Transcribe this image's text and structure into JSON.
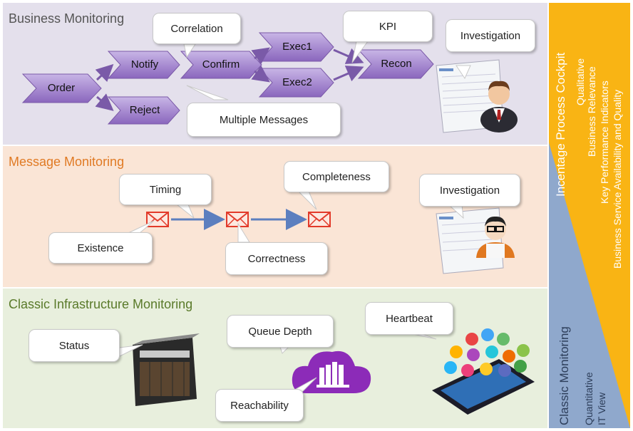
{
  "business": {
    "title": "Business Monitoring",
    "steps": {
      "order": "Order",
      "notify": "Notify",
      "reject": "Reject",
      "confirm": "Confirm",
      "exec1": "Exec1",
      "exec2": "Exec2",
      "recon": "Recon"
    },
    "callouts": {
      "correlation": "Correlation",
      "kpi": "KPI",
      "multiple": "Multiple Messages",
      "investigation": "Investigation"
    }
  },
  "message": {
    "title": "Message Monitoring",
    "callouts": {
      "timing": "Timing",
      "completeness": "Completeness",
      "existence": "Existence",
      "correctness": "Correctness",
      "investigation": "Investigation"
    }
  },
  "infra": {
    "title": "Classic Infrastructure Monitoring",
    "callouts": {
      "status": "Status",
      "queue": "Queue Depth",
      "heartbeat": "Heartbeat",
      "reachability": "Reachability"
    }
  },
  "sidebar": {
    "cockpit_title": "Incentage Process Cockpit",
    "cockpit_lines": [
      "Qualitative",
      "Business Relevance",
      "Key Performance Indicators",
      "Business Service Availability and Quality"
    ],
    "classic_title": "Classic Monitoring",
    "classic_lines": [
      "Quantitative",
      "IT View"
    ]
  },
  "colors": {
    "business_bg": "#e4e0ec",
    "message_bg": "#fae5d6",
    "infra_bg": "#e8efdd",
    "cockpit": "#f9b414",
    "classic": "#8fa8cc",
    "chevron": "#9a7bc4",
    "arrow": "#5c7fbf"
  }
}
